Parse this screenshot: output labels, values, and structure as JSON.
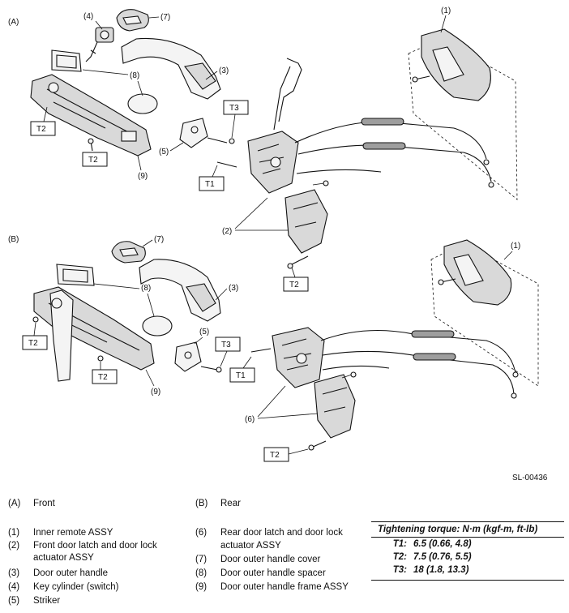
{
  "diagram": {
    "figure_id": "SL-00436",
    "section_a": "(A)",
    "section_b": "(B)",
    "callouts": {
      "c1": "(1)",
      "c2": "(2)",
      "c3": "(3)",
      "c4": "(4)",
      "c5": "(5)",
      "c6": "(6)",
      "c7": "(7)",
      "c8": "(8)",
      "c9": "(9)"
    },
    "torque_tags": {
      "t1": "T1",
      "t2": "T2",
      "t3": "T3"
    }
  },
  "legend": {
    "left": [
      {
        "num": "(A)",
        "text": "Front"
      },
      {
        "num": "(1)",
        "text": "Inner remote ASSY"
      },
      {
        "num": "(2)",
        "text": "Front door latch and door lock"
      },
      {
        "num": "",
        "text": "actuator ASSY"
      },
      {
        "num": "(3)",
        "text": "Door outer handle"
      },
      {
        "num": "(4)",
        "text": "Key cylinder (switch)"
      },
      {
        "num": "(5)",
        "text": "Striker"
      }
    ],
    "right": [
      {
        "num": "(B)",
        "text": "Rear"
      },
      {
        "num": "(6)",
        "text": "Rear door latch and door lock"
      },
      {
        "num": "",
        "text": "actuator ASSY"
      },
      {
        "num": "(7)",
        "text": "Door outer handle cover"
      },
      {
        "num": "(8)",
        "text": "Door outer handle spacer"
      },
      {
        "num": "(9)",
        "text": "Door outer handle frame ASSY"
      }
    ]
  },
  "torque": {
    "header": "Tightening torque: N·m (kgf-m, ft-lb)",
    "rows": [
      {
        "key": "T1:",
        "value": "6.5 (0.66, 4.8)"
      },
      {
        "key": "T2:",
        "value": "7.5 (0.76, 5.5)"
      },
      {
        "key": "T3:",
        "value": "18 (1.8, 13.3)"
      }
    ]
  }
}
